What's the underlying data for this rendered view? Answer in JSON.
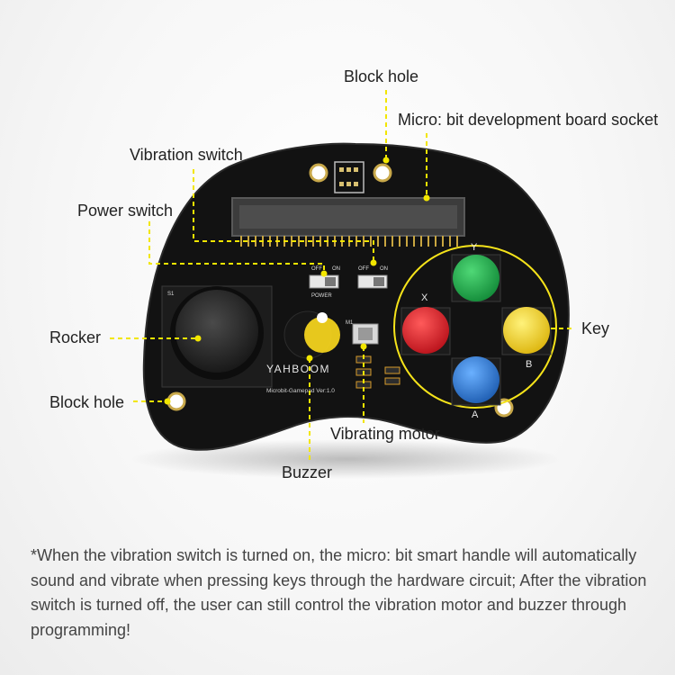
{
  "labels": {
    "block_hole_top": "Block hole",
    "socket": "Micro: bit development board socket",
    "vibration_switch": "Vibration switch",
    "power_switch": "Power switch",
    "rocker": "Rocker",
    "key": "Key",
    "block_hole_left": "Block hole",
    "vibrating_motor": "Vibrating motor",
    "buzzer": "Buzzer"
  },
  "board": {
    "brand": "YAHBOOM",
    "model": "Microbit-Gamepad  Ver:1.0",
    "key_x": "X",
    "key_y": "Y",
    "key_a": "A",
    "key_b": "B",
    "off": "OFF",
    "on": "ON",
    "power": "POWER",
    "s1": "S1",
    "m1": "M1"
  },
  "colors": {
    "board": "#111111",
    "leader_line": "#f2e600",
    "key_ring": "#f5e31a",
    "key_green": "#19a84a",
    "key_red": "#e0202a",
    "key_yellow": "#f2d21e",
    "key_blue": "#2e78d2"
  },
  "footnote": "*When the vibration switch is turned on, the micro: bit smart handle will automatically sound and vibrate when pressing keys through the hardware circuit; After the vibration switch is turned off, the user can still control the vibration motor and buzzer through programming!"
}
